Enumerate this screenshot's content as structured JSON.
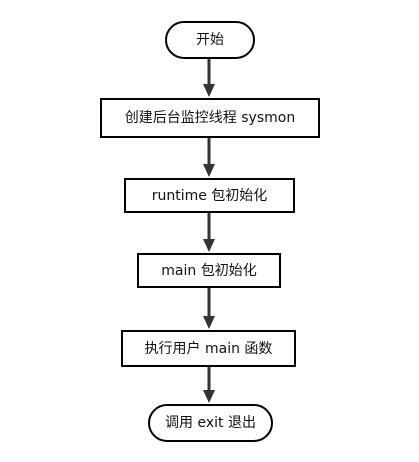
{
  "flowchart": {
    "nodes": [
      {
        "id": "start",
        "shape": "terminal",
        "label": "开始"
      },
      {
        "id": "sysmon",
        "shape": "process",
        "label": "创建后台监控线程 sysmon"
      },
      {
        "id": "runtime_init",
        "shape": "process",
        "label": "runtime 包初始化"
      },
      {
        "id": "main_init",
        "shape": "process",
        "label": "main 包初始化"
      },
      {
        "id": "user_main",
        "shape": "process",
        "label": "执行用户 main 函数"
      },
      {
        "id": "exit",
        "shape": "terminal",
        "label": "调用 exit 退出"
      }
    ],
    "edges": [
      {
        "from": "start",
        "to": "sysmon"
      },
      {
        "from": "sysmon",
        "to": "runtime_init"
      },
      {
        "from": "runtime_init",
        "to": "main_init"
      },
      {
        "from": "main_init",
        "to": "user_main"
      },
      {
        "from": "user_main",
        "to": "exit"
      }
    ]
  },
  "colors": {
    "background": "#ffffff",
    "stroke": "#000000",
    "arrow": "#333333",
    "text": "#111111"
  }
}
